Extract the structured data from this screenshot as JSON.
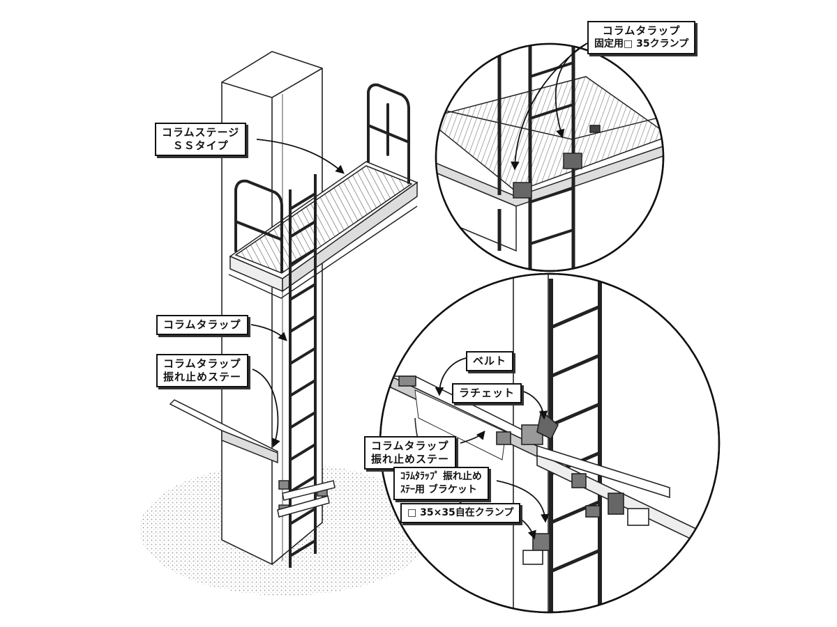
{
  "labels": {
    "column_stage": {
      "line1": "コラムステージ",
      "line2": "ＳＳタイプ"
    },
    "column_trap": "コラムタラップ",
    "column_trap_stay": {
      "line1": "コラムタラップ",
      "line2": "振れ止めステー"
    },
    "detail_top": {
      "line1": "コラムタラップ",
      "line2": "固定用□ 35クランプ"
    },
    "belt": "ベルト",
    "ratchet": "ラチェット",
    "detail_stay": {
      "line1": "コラムタラップ",
      "line2": "振れ止めステー"
    },
    "bracket": {
      "line1": "ｺﾗﾑﾀﾗｯﾌﾟ 振れ止め",
      "line2": "ｽﾃｰ用 ブラケット"
    },
    "free_clamp": "□ 35×35自在クランプ"
  },
  "colors": {
    "line": "#222222",
    "fill": "#ffffff",
    "shade": "#9a9a9a"
  }
}
